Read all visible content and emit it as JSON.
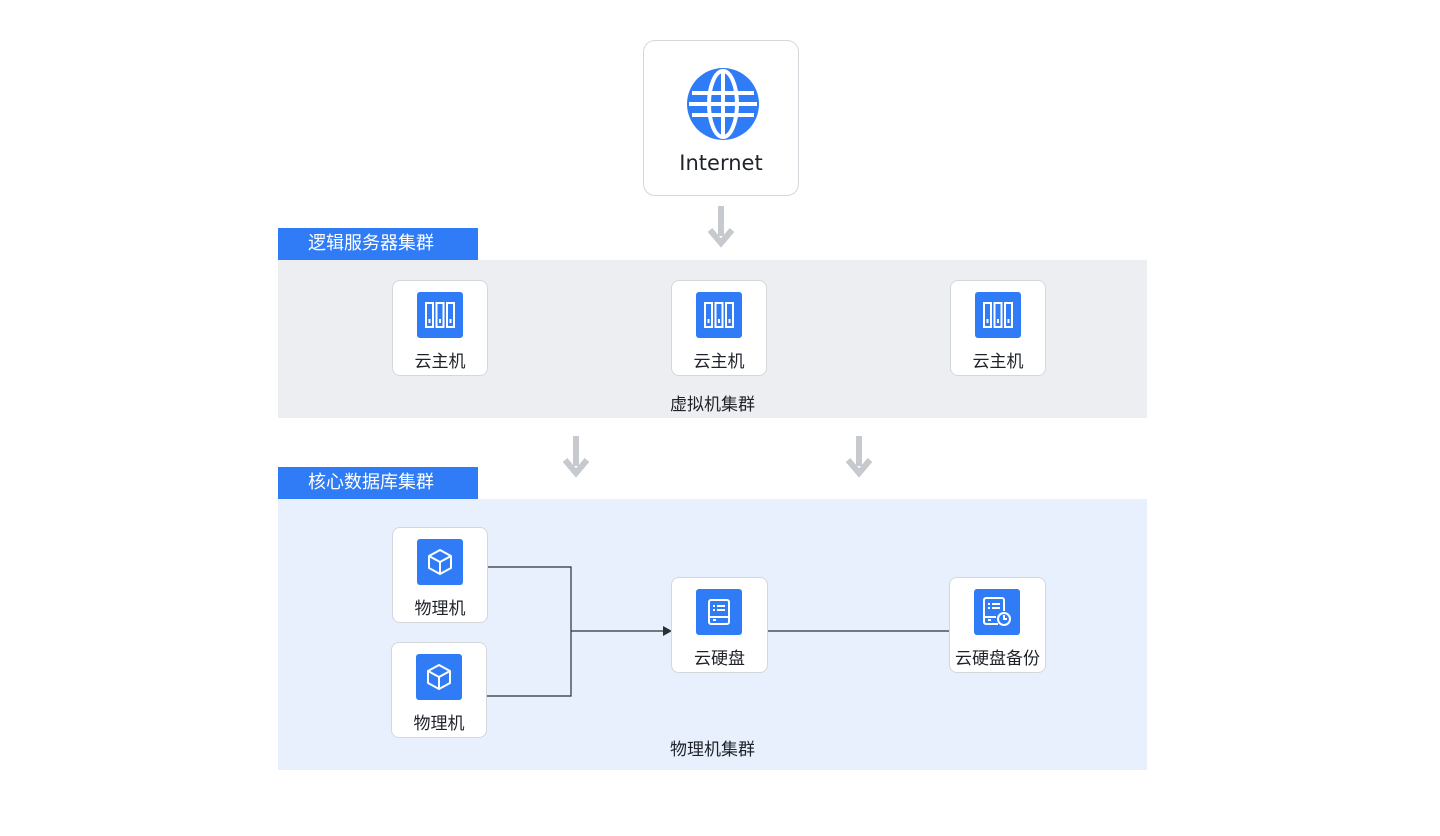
{
  "internet": {
    "label": "Internet",
    "icon": "globe-icon"
  },
  "logic_cluster": {
    "tag": "逻辑服务器集群",
    "group_label": "虚拟机集群",
    "nodes": [
      {
        "label": "云主机",
        "icon": "server-rack-icon"
      },
      {
        "label": "云主机",
        "icon": "server-rack-icon"
      },
      {
        "label": "云主机",
        "icon": "server-rack-icon"
      }
    ]
  },
  "db_cluster": {
    "tag": "核心数据库集群",
    "group_label": "物理机集群",
    "physical_nodes": [
      {
        "label": "物理机",
        "icon": "cube-icon"
      },
      {
        "label": "物理机",
        "icon": "cube-icon"
      }
    ],
    "disk": {
      "label": "云硬盘",
      "icon": "disk-icon"
    },
    "backup": {
      "label": "云硬盘备份",
      "icon": "disk-backup-icon"
    }
  },
  "colors": {
    "accent": "#2f7cf6",
    "logic_panel_bg": "#eceef1",
    "db_panel_bg": "#e8f0fd",
    "arrow": "#c6c9ce",
    "connector": "#2b2f36"
  }
}
